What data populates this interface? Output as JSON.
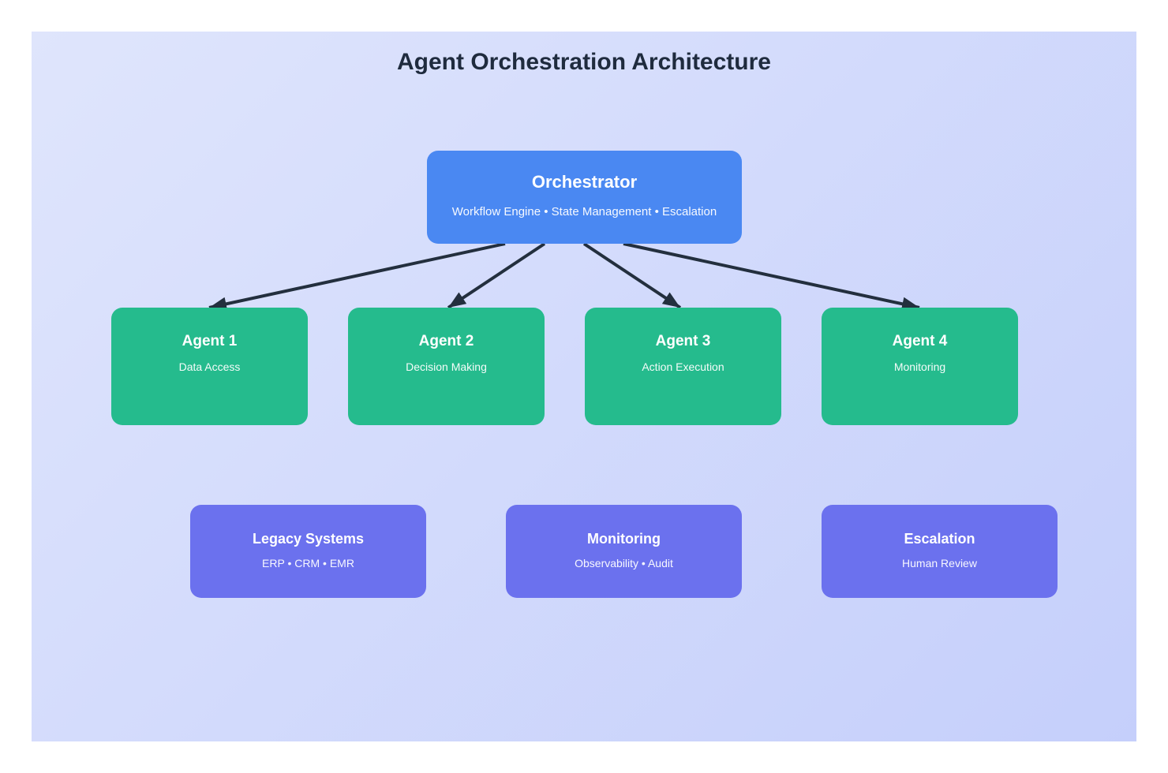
{
  "page": {
    "title": "Agent Orchestration Architecture"
  },
  "orchestrator": {
    "title": "Orchestrator",
    "subtitle": "Workflow Engine • State Management • Escalation"
  },
  "agents": [
    {
      "title": "Agent 1",
      "subtitle": "Data Access"
    },
    {
      "title": "Agent 2",
      "subtitle": "Decision Making"
    },
    {
      "title": "Agent 3",
      "subtitle": "Action Execution"
    },
    {
      "title": "Agent 4",
      "subtitle": "Monitoring"
    }
  ],
  "systems": [
    {
      "title": "Legacy Systems",
      "subtitle": "ERP • CRM • EMR"
    },
    {
      "title": "Monitoring",
      "subtitle": "Observability • Audit"
    },
    {
      "title": "Escalation",
      "subtitle": "Human Review"
    }
  ],
  "colors": {
    "canvas-start": "#dfe5fc",
    "canvas-end": "#c5cffb",
    "orchestrator": "#4a88f2",
    "agent": "#25bb8d",
    "system": "#6b71ee",
    "arrow": "#232f3e",
    "heading": "#1f2b3e",
    "box-text": "#ffffff"
  }
}
